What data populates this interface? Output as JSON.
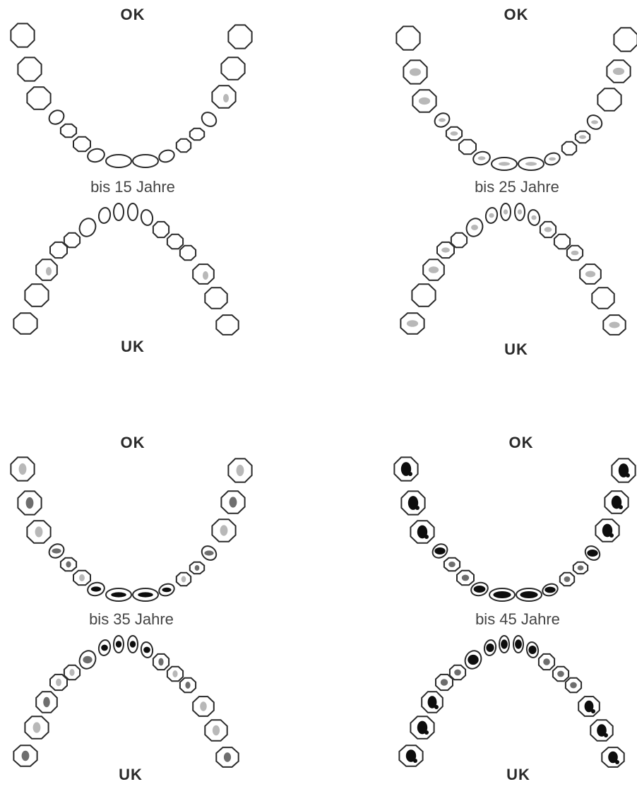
{
  "panels": [
    {
      "upper_label": "OK",
      "age_label": "bis 15 Jahre",
      "lower_label": "UK",
      "stage": 1
    },
    {
      "upper_label": "OK",
      "age_label": "bis 25 Jahre",
      "lower_label": "UK",
      "stage": 2
    },
    {
      "upper_label": "OK",
      "age_label": "bis 35 Jahre",
      "lower_label": "UK",
      "stage": 3
    },
    {
      "upper_label": "OK",
      "age_label": "bis 45 Jahre",
      "lower_label": "UK",
      "stage": 4
    }
  ],
  "colors": {
    "outline": "#2a2a2a",
    "light_shade": "#b8b8b8",
    "mid_shade": "#6e6e6e",
    "dark_shade": "#0d0d0d"
  }
}
